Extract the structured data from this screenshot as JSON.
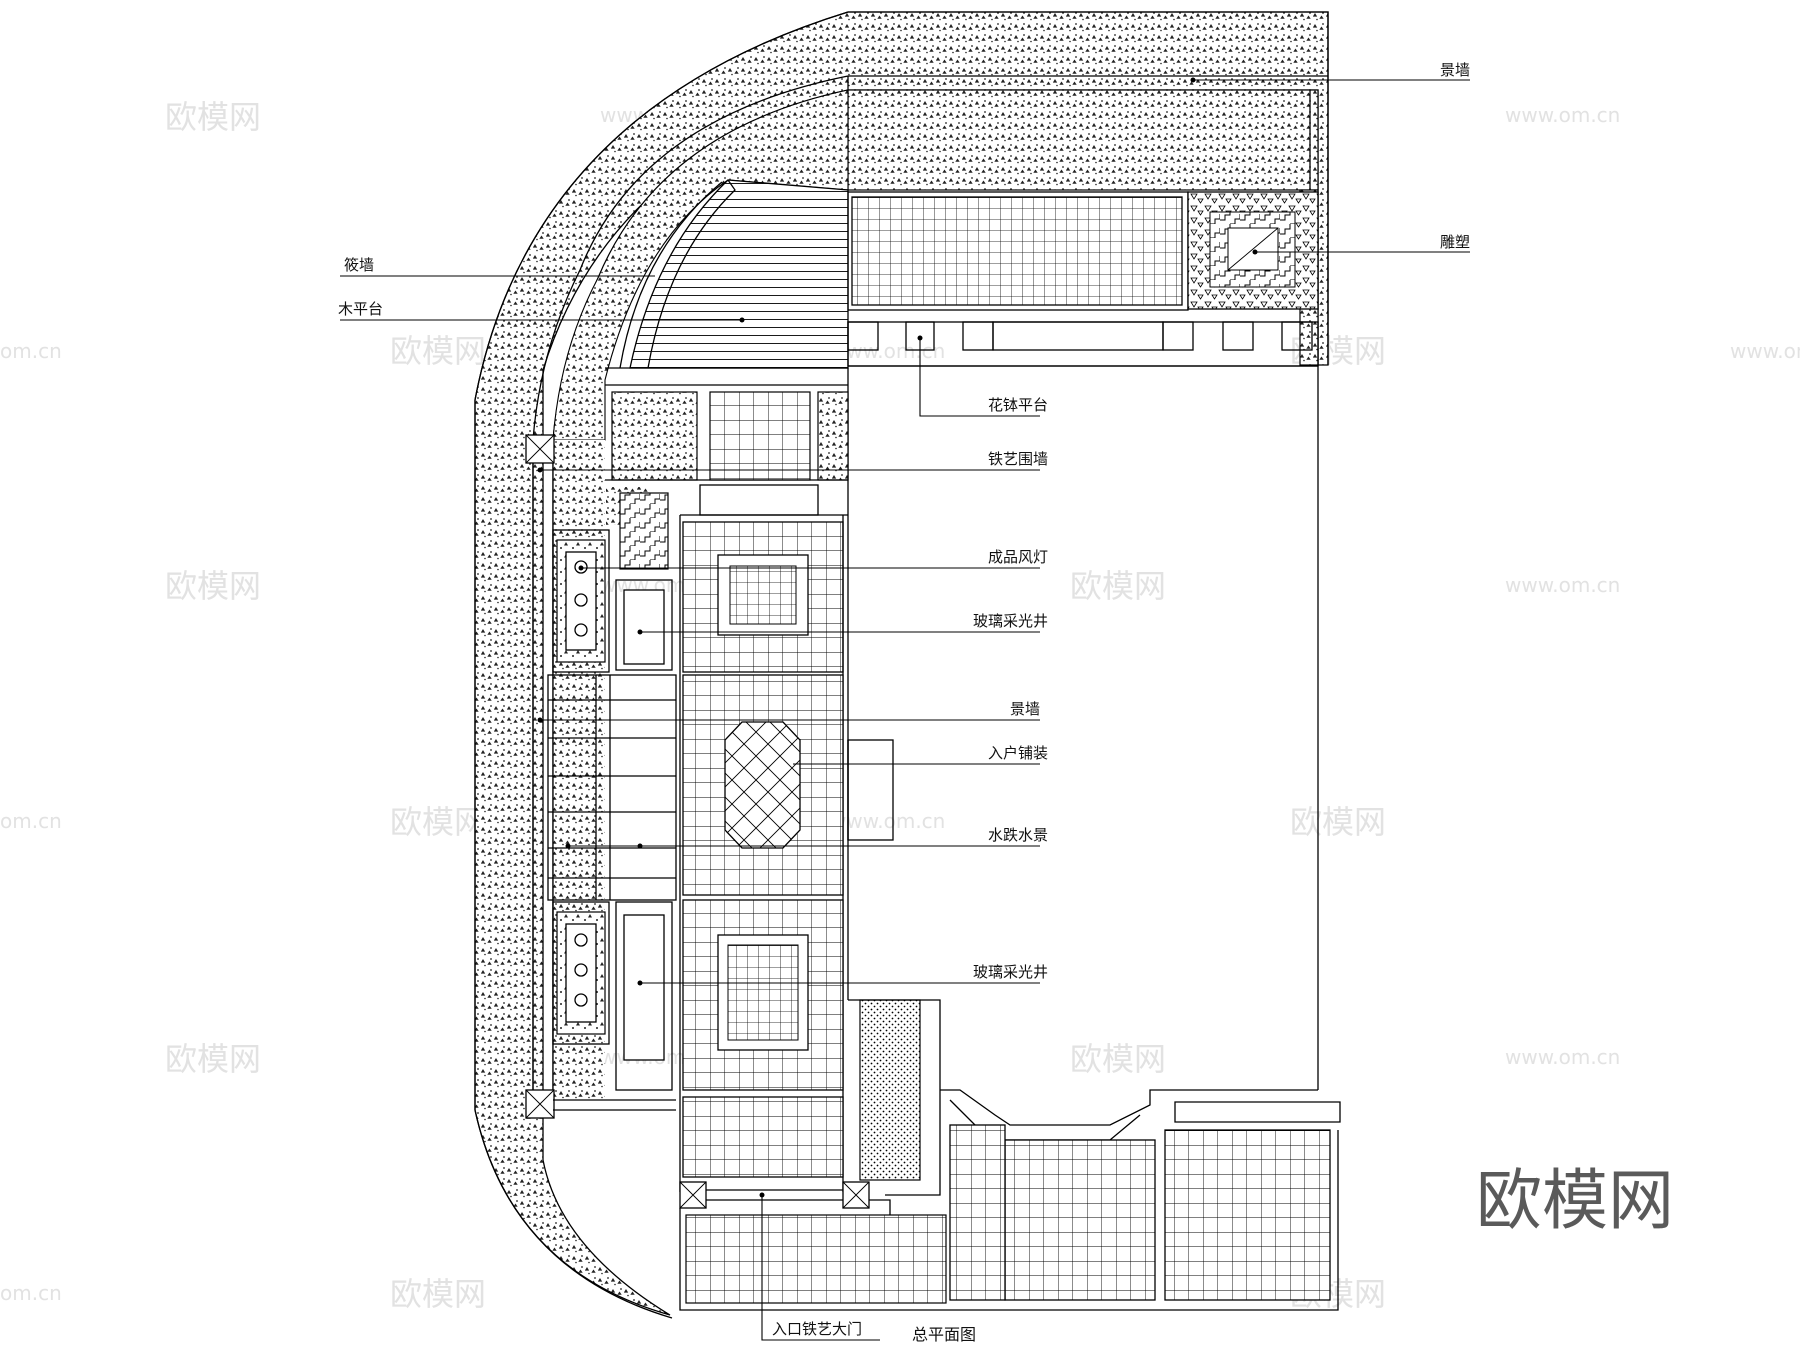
{
  "drawing_title": "总平面图",
  "labels": {
    "jing_qiang_top": "景墙",
    "diao_su": "雕塑",
    "tie_qiang": "筱墙",
    "mu_ping_tai": "木平台",
    "hua_bo_ping_tai": "花钵平台",
    "tie_yi_wei_qiang": "铁艺围墙",
    "cheng_pin_feng_deng": "成品风灯",
    "bo_li_cai_guang_jing_1": "玻璃采光井",
    "jing_qiang_mid": "景墙",
    "ru_hu_pu_zhuang": "入户铺装",
    "shui_chi_shui_jing": "水跌水景",
    "bo_li_cai_guang_jing_2": "玻璃采光井",
    "ru_kou_tie_yi_da_men": "入口铁艺大门"
  },
  "watermark": {
    "brand": "欧模网",
    "url": "www.om.cn",
    "url_partial": "om.cn"
  },
  "colors": {
    "line": "#000000",
    "background": "#ffffff",
    "watermark_dark": "#5a5a5a",
    "watermark_light": "#e2e2e2"
  }
}
